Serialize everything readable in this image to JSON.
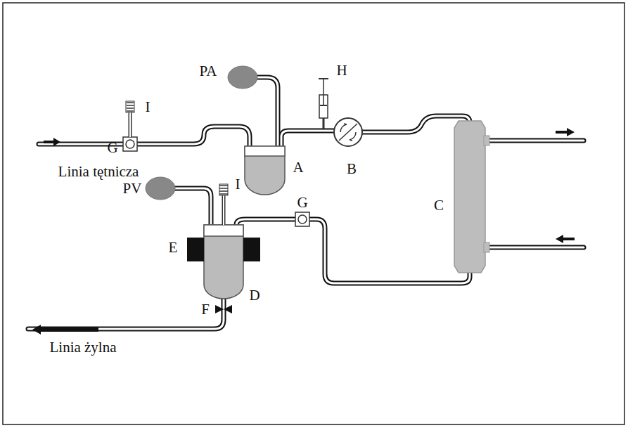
{
  "diagram": {
    "labels": [
      "PA",
      "H",
      "I",
      "G",
      "Linia tętnicza",
      "A",
      "B",
      "C",
      "PV",
      "I",
      "E",
      "G",
      "D",
      "F",
      "Linia żylna"
    ]
  }
}
